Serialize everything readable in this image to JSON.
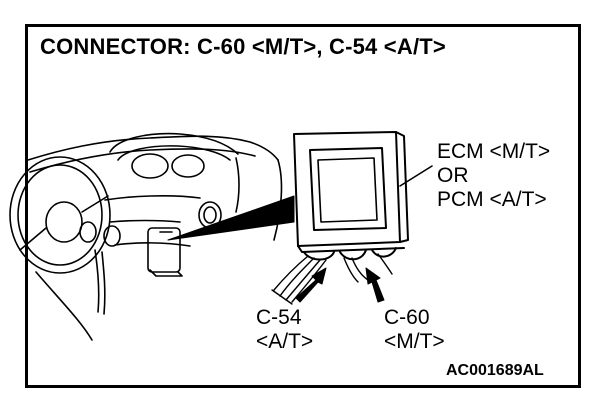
{
  "title": "CONNECTOR: C-60 <M/T>, C-54 <A/T>",
  "labels": {
    "module_line1": "ECM <M/T>",
    "module_line2": "OR",
    "module_line3": "PCM <A/T>",
    "c54_line1": "C-54",
    "c54_line2": "<A/T>",
    "c60_line1": "C-60",
    "c60_line2": "<M/T>"
  },
  "figure_code": "AC001689AL",
  "colors": {
    "line": "#000000",
    "background": "#ffffff"
  }
}
